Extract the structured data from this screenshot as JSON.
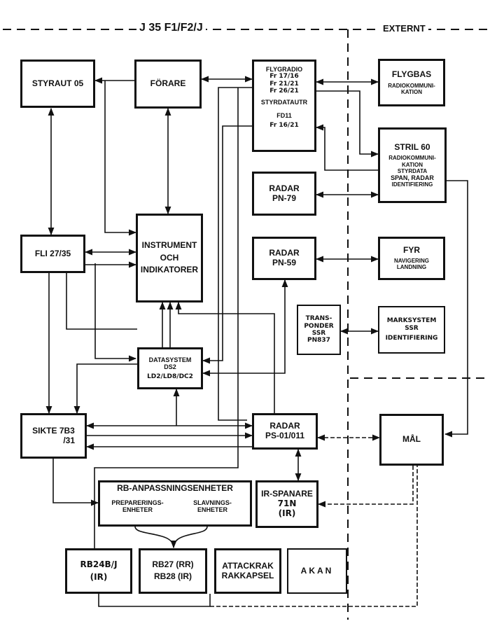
{
  "header": {
    "aircraft": "J 35 F1/F2/J",
    "external": "EXTERNT"
  },
  "boxes": {
    "styraut": [
      "STYRAUT 05"
    ],
    "forare": [
      "FÖRARE"
    ],
    "flygradio": [
      "FLYGRADIO",
      "Fr 17/16",
      "Fr 21/21",
      "Fr 26/21"
    ],
    "styrdata": [
      "STYRDATAUTR",
      "FD11",
      "Fr 16/21"
    ],
    "flygbas": [
      "FLYGBAS",
      "RADIOKOMMUNI-",
      "KATION"
    ],
    "stril": [
      "STRIL 60",
      "RADIOKOMMUNI-",
      "KATION",
      "STYRDATA",
      "SPAN, RADAR",
      "IDENTIFIERING"
    ],
    "radar79": [
      "RADAR",
      "PN-79"
    ],
    "instrument": [
      "INSTRUMENT",
      "OCH",
      "INDIKATORER"
    ],
    "fli": [
      "FLI 27/35"
    ],
    "radar59": [
      "RADAR",
      "PN-59"
    ],
    "fyr": [
      "FYR",
      "NAVIGERING",
      "LANDNING"
    ],
    "transponder": [
      "TRANS-",
      "PONDER",
      "SSR",
      "PN837"
    ],
    "marksystem": [
      "MARKSYSTEM",
      "SSR",
      "IDENTIFIERING"
    ],
    "datasystem": [
      "DATASYSTEM",
      "DS2",
      "LD2/LD8/DC2"
    ],
    "sikte": [
      "SIKTE 7B3",
      "/31"
    ],
    "radarps": [
      "RADAR",
      "PS-01/011"
    ],
    "mal": [
      "MÅL"
    ],
    "rbanp": [
      "RB-ANPASSNINGSENHETER"
    ],
    "prep": [
      "PREPARERINGS-",
      "ENHETER"
    ],
    "slav": [
      "SLAVNINGS-",
      "ENHETER"
    ],
    "irspanare": [
      "IR-SPANARE",
      "71N",
      "(IR)"
    ],
    "rb24": [
      "RB24B/J",
      "(IR)"
    ],
    "rb27": [
      "RB27 (RR)",
      "RB28 (IR)"
    ],
    "attack": [
      "ATTACKRAK",
      "RAKKAPSEL"
    ],
    "akan": [
      "AKAN"
    ]
  }
}
